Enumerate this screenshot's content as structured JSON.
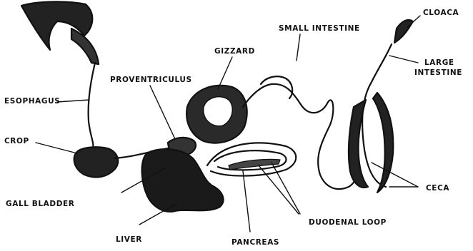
{
  "labels": {
    "cloaca": "CLOACA",
    "small_intestine": "SMALL INTESTINE",
    "gizzard": "GIZZARD",
    "large_intestine_line1": "LARGE",
    "large_intestine_line2": "INTESTINE",
    "proventriculus": "PROVENTRICULUS",
    "esophagus": "ESOPHAGUS",
    "crop": "CROP",
    "ceca": "CECA",
    "gall_bladder": "GALL BLADDER",
    "duodenal_loop": "DUODENAL LOOP",
    "liver": "LIVER",
    "pancreas": "PANCREAS"
  }
}
